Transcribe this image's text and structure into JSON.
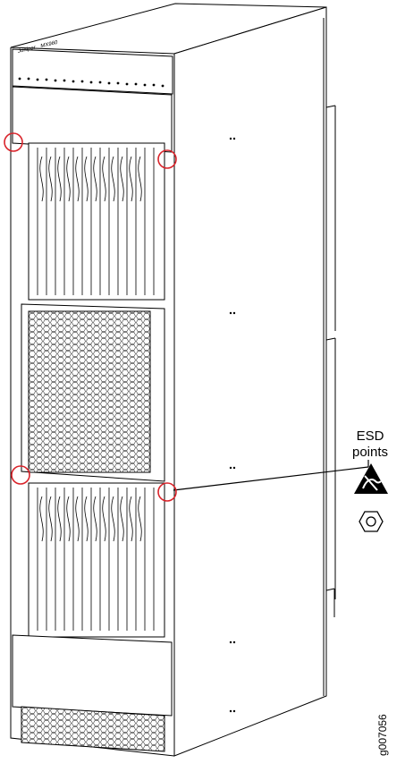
{
  "annotation": {
    "line1": "ESD",
    "line2": "points"
  },
  "figure_id": "g007056",
  "chassis": {
    "logo": "Juniper",
    "model": "MX960"
  },
  "colors": {
    "esd_circle": "#d9232a",
    "outline": "#000000",
    "esd_icon_fill": "#000000"
  },
  "icons": [
    "esd-warning-icon",
    "esd-jack-icon"
  ]
}
